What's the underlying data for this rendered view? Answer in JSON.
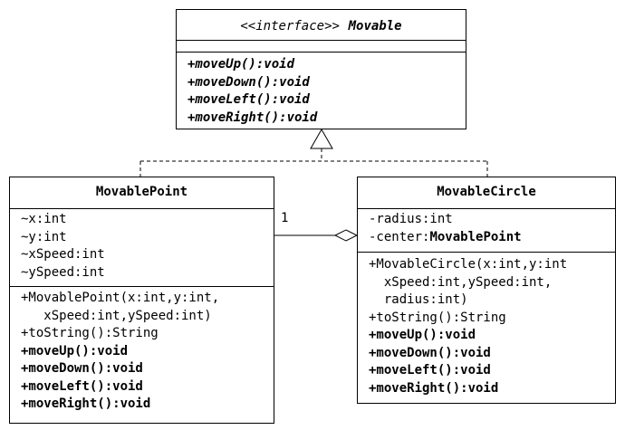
{
  "interface": {
    "stereotype": "<<interface>>",
    "name": "Movable",
    "operations": [
      "+moveUp():void",
      "+moveDown():void",
      "+moveLeft():void",
      "+moveRight():void"
    ]
  },
  "movable_point": {
    "name": "MovablePoint",
    "attributes": [
      "~x:int",
      "~y:int",
      "~xSpeed:int",
      "~ySpeed:int"
    ],
    "constructor": [
      "+MovablePoint(x:int,y:int,",
      "   xSpeed:int,ySpeed:int)"
    ],
    "to_string": "+toString():String",
    "operations": [
      "+moveUp():void",
      "+moveDown():void",
      "+moveLeft():void",
      "+moveRight():void"
    ]
  },
  "movable_circle": {
    "name": "MovableCircle",
    "attributes": {
      "radius": "-radius:int",
      "center_prefix": "-center:",
      "center_type": "MovablePoint"
    },
    "constructor": [
      "+MovableCircle(x:int,y:int",
      "  xSpeed:int,ySpeed:int,",
      "  radius:int)"
    ],
    "to_string": "+toString():String",
    "operations": [
      "+moveUp():void",
      "+moveDown():void",
      "+moveLeft():void",
      "+moveRight():void"
    ]
  },
  "association": {
    "multiplicity": "1"
  }
}
